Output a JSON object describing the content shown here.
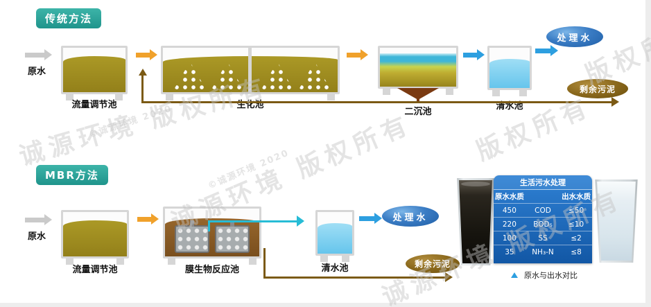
{
  "traditional": {
    "badge": "传统方法",
    "raw_label": "原水",
    "tank1": "流量调节池",
    "tank2": "生化池",
    "tank3": "二沉池",
    "tank4": "清水池",
    "treated": "处理水",
    "sludge": "剩余污泥"
  },
  "mbr": {
    "badge": "MBR方法",
    "raw_label": "原水",
    "tank1": "流量调节池",
    "tank2": "膜生物反应池",
    "tank3": "清水池",
    "treated": "处理水",
    "sludge": "剩余污泥"
  },
  "table": {
    "title": "生活污水处理",
    "col_raw": "原水水质",
    "col_out": "出水水质",
    "rows": [
      {
        "raw": "450",
        "param": "COD",
        "out": "≤50"
      },
      {
        "raw": "220",
        "param": "BOD₅",
        "out": "≤10"
      },
      {
        "raw": "100",
        "param": "SS",
        "out": "≤2"
      },
      {
        "raw": "35",
        "param": "NH₃-N",
        "out": "≤8"
      }
    ],
    "caption": "原水与出水对比"
  },
  "watermarks": [
    "诚源环境 版权所有",
    "©诚源环境 2020",
    "诚源环境 版权所有",
    "©诚源环境 2020",
    "版权所有",
    "诚源环境 版权所有",
    "版权所有"
  ],
  "colors": {
    "badge_teal": "#2aa79f",
    "arrow_orange": "#f0a12b",
    "arrow_blue": "#2d9fe0",
    "arrow_gray": "#cacaca",
    "permeate_cyan": "#27bcd6",
    "sludge_brown": "#7b5a14",
    "treated_pill_blue": "#2f6fb4",
    "sludge_pill_brown": "#85651a",
    "table_blue": "#1b63b8",
    "raw_liquid_olive": "#a5921f",
    "mbr_liquid_brown": "#8a5c26",
    "clean_water_blue": "#7fd0f0",
    "clarifier_cyan": "#3fb6d8",
    "funnel_brown": "#7a3a12"
  }
}
